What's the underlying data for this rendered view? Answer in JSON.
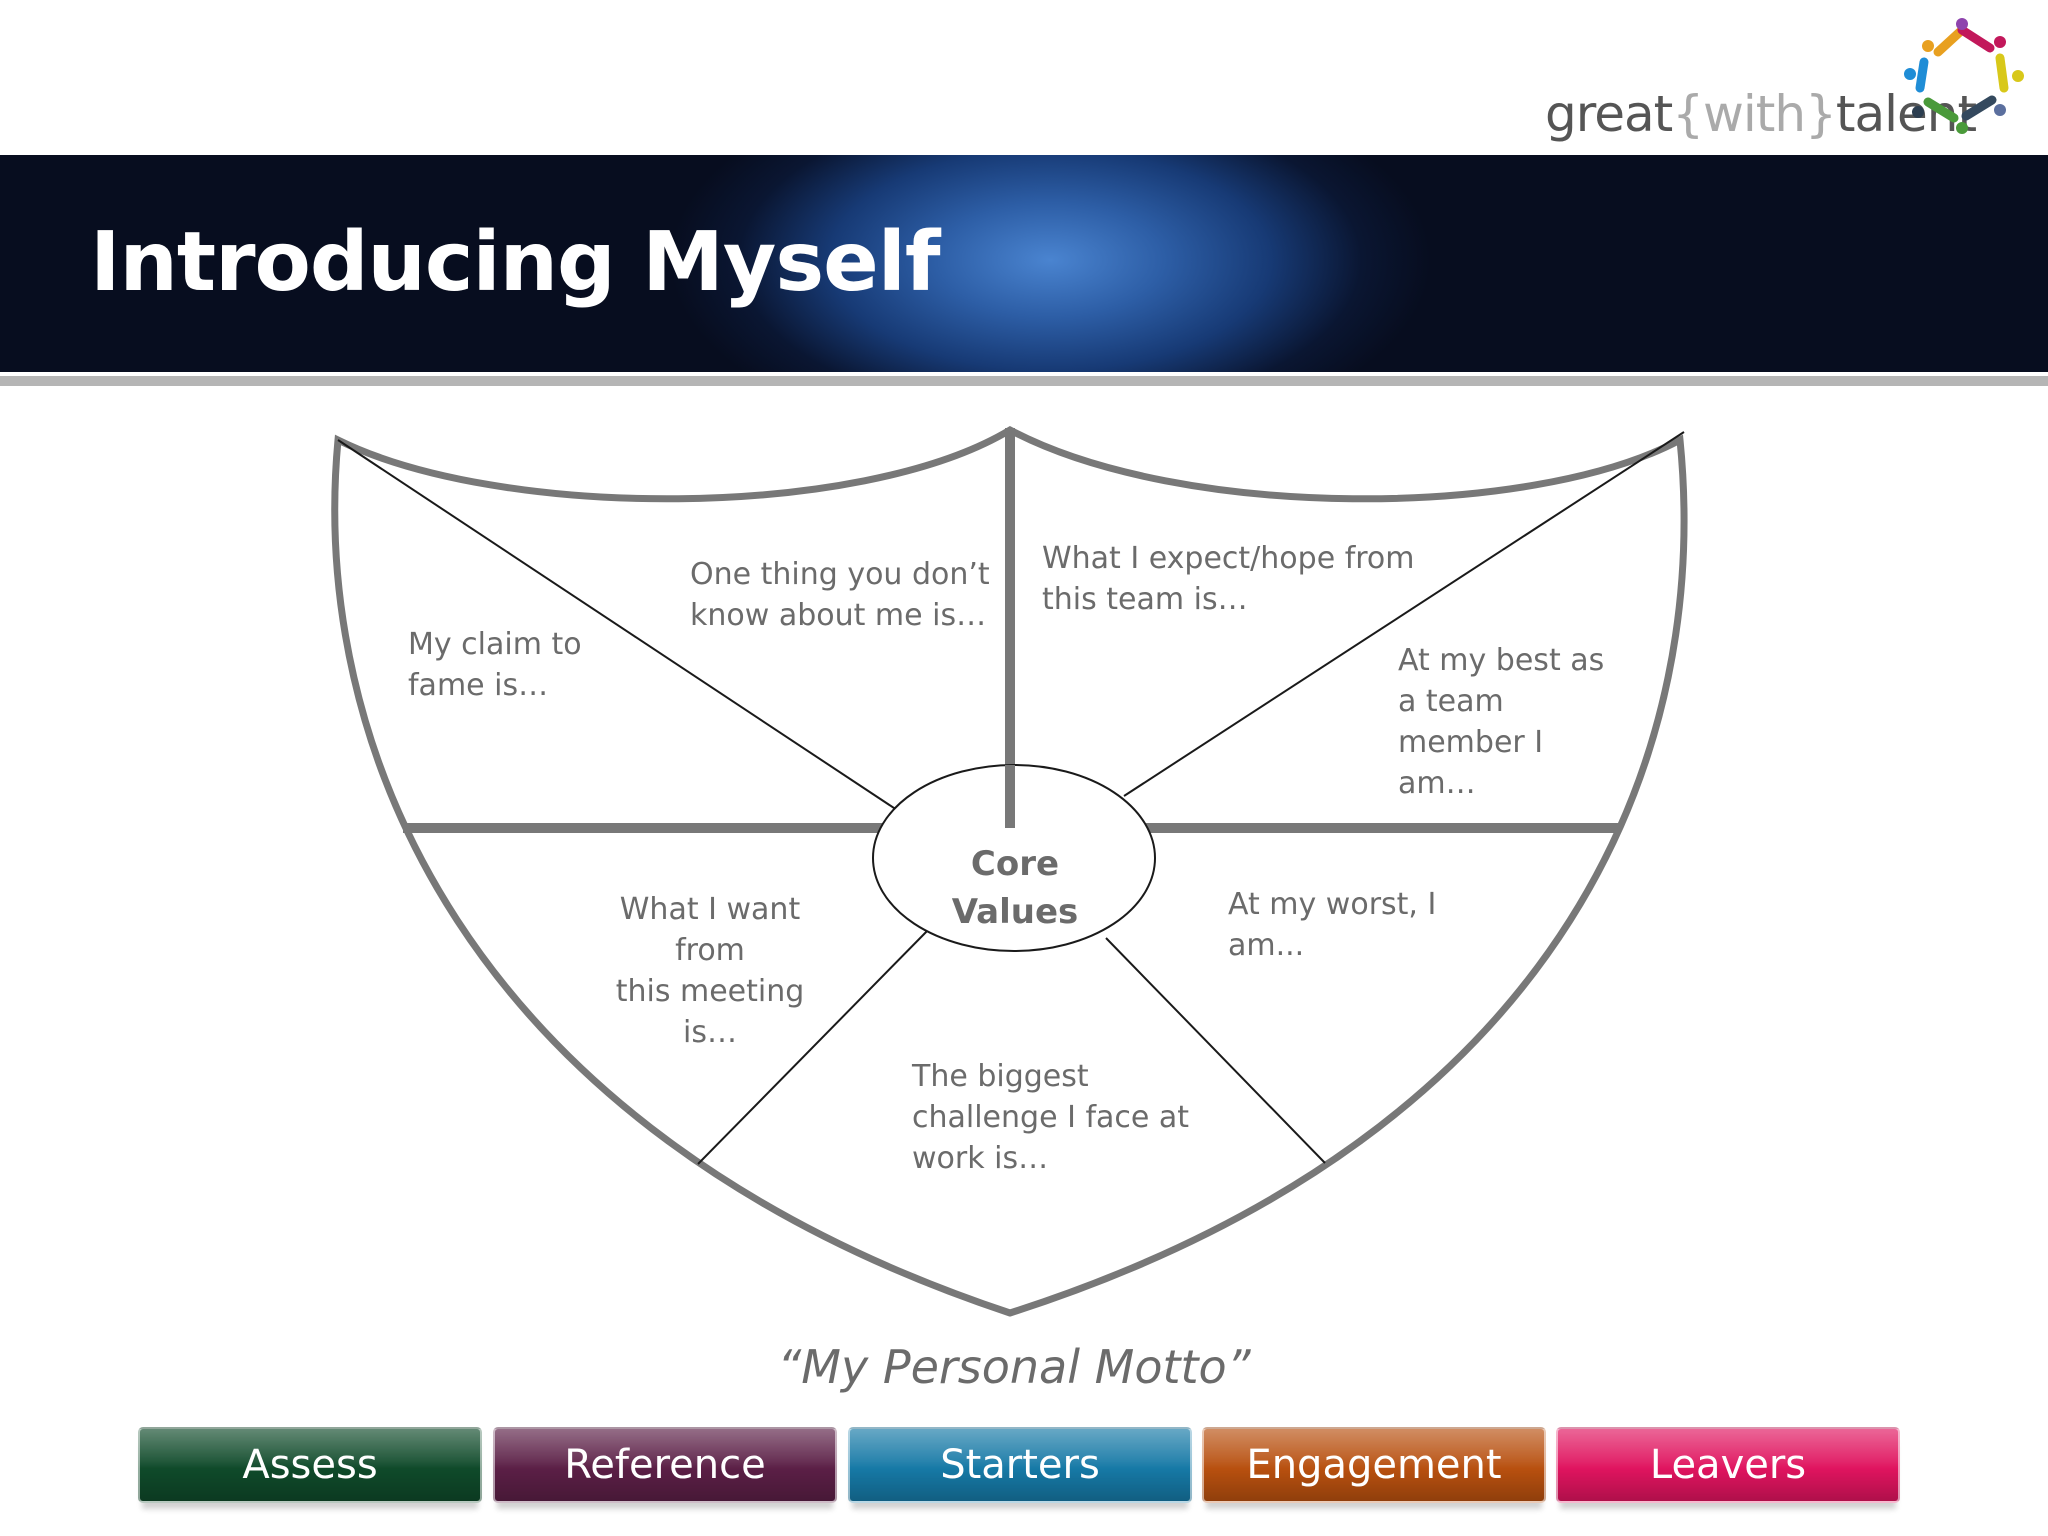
{
  "logo": {
    "word1": "great",
    "word2": "{with}",
    "word3": "talent"
  },
  "slide": {
    "title": "Introducing Myself"
  },
  "shield": {
    "segments": {
      "claim_to_fame": "My claim to\nfame is…",
      "dont_know": "One thing you don’t\nknow about me is…",
      "expect_from_team": "What I expect/hope from\nthis team is…",
      "best_team_member": "At my best as\na team\nmember I\nam…",
      "want_from_meeting": "What I want from\nthis meeting is…",
      "at_my_worst": "At my worst, I\nam...",
      "biggest_challenge": "The biggest\nchallenge I face at\nwork is…"
    },
    "core": "Core\nValues"
  },
  "motto": "“My Personal Motto”",
  "nav": [
    {
      "label": "Assess",
      "color": "#0f4a2a"
    },
    {
      "label": "Reference",
      "color": "#5b1f46"
    },
    {
      "label": "Starters",
      "color": "#1679a6"
    },
    {
      "label": "Engagement",
      "color": "#b8500f"
    },
    {
      "label": "Leavers",
      "color": "#e0145f"
    }
  ]
}
